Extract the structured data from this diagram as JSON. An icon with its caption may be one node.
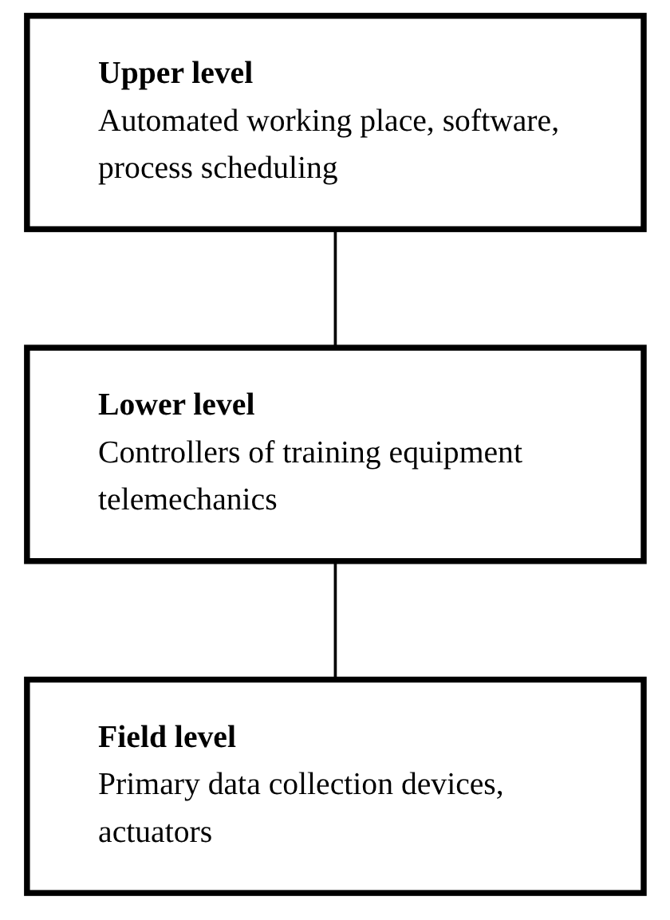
{
  "diagram": {
    "nodes": [
      {
        "text": [
          "Upper level",
          "Automated working place, software, process scheduling"
        ]
      },
      {
        "text": [
          "Lower level",
          "Controllers of training equipment telemechanics"
        ]
      },
      {
        "text": [
          "Field level",
          "Primary data collection devices, actuators"
        ]
      }
    ],
    "edges": [
      {
        "from": 0,
        "to": 1,
        "arrow": "none"
      },
      {
        "from": 1,
        "to": 2,
        "arrow": "none"
      }
    ]
  }
}
